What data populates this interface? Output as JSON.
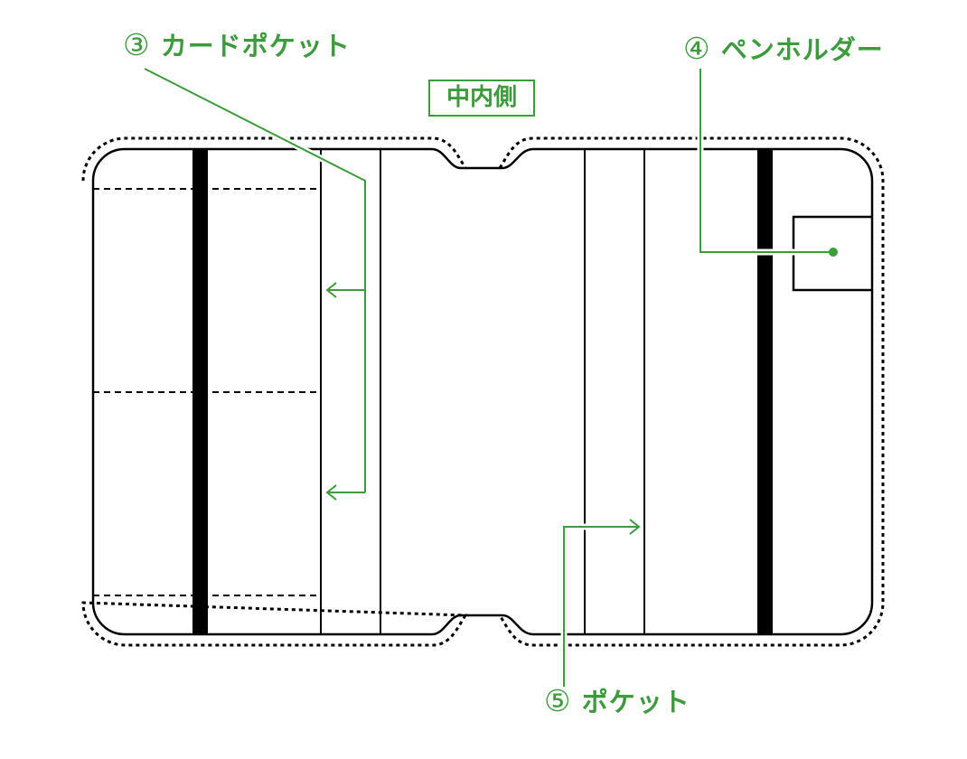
{
  "title_box": "中内側",
  "callouts": [
    {
      "number": "③",
      "label": "カードポケット"
    },
    {
      "number": "④",
      "label": "ペンホルダー"
    },
    {
      "number": "⑤",
      "label": "ポケット"
    }
  ],
  "colors": {
    "accent": "#3d9a3d",
    "line": "#000000"
  }
}
